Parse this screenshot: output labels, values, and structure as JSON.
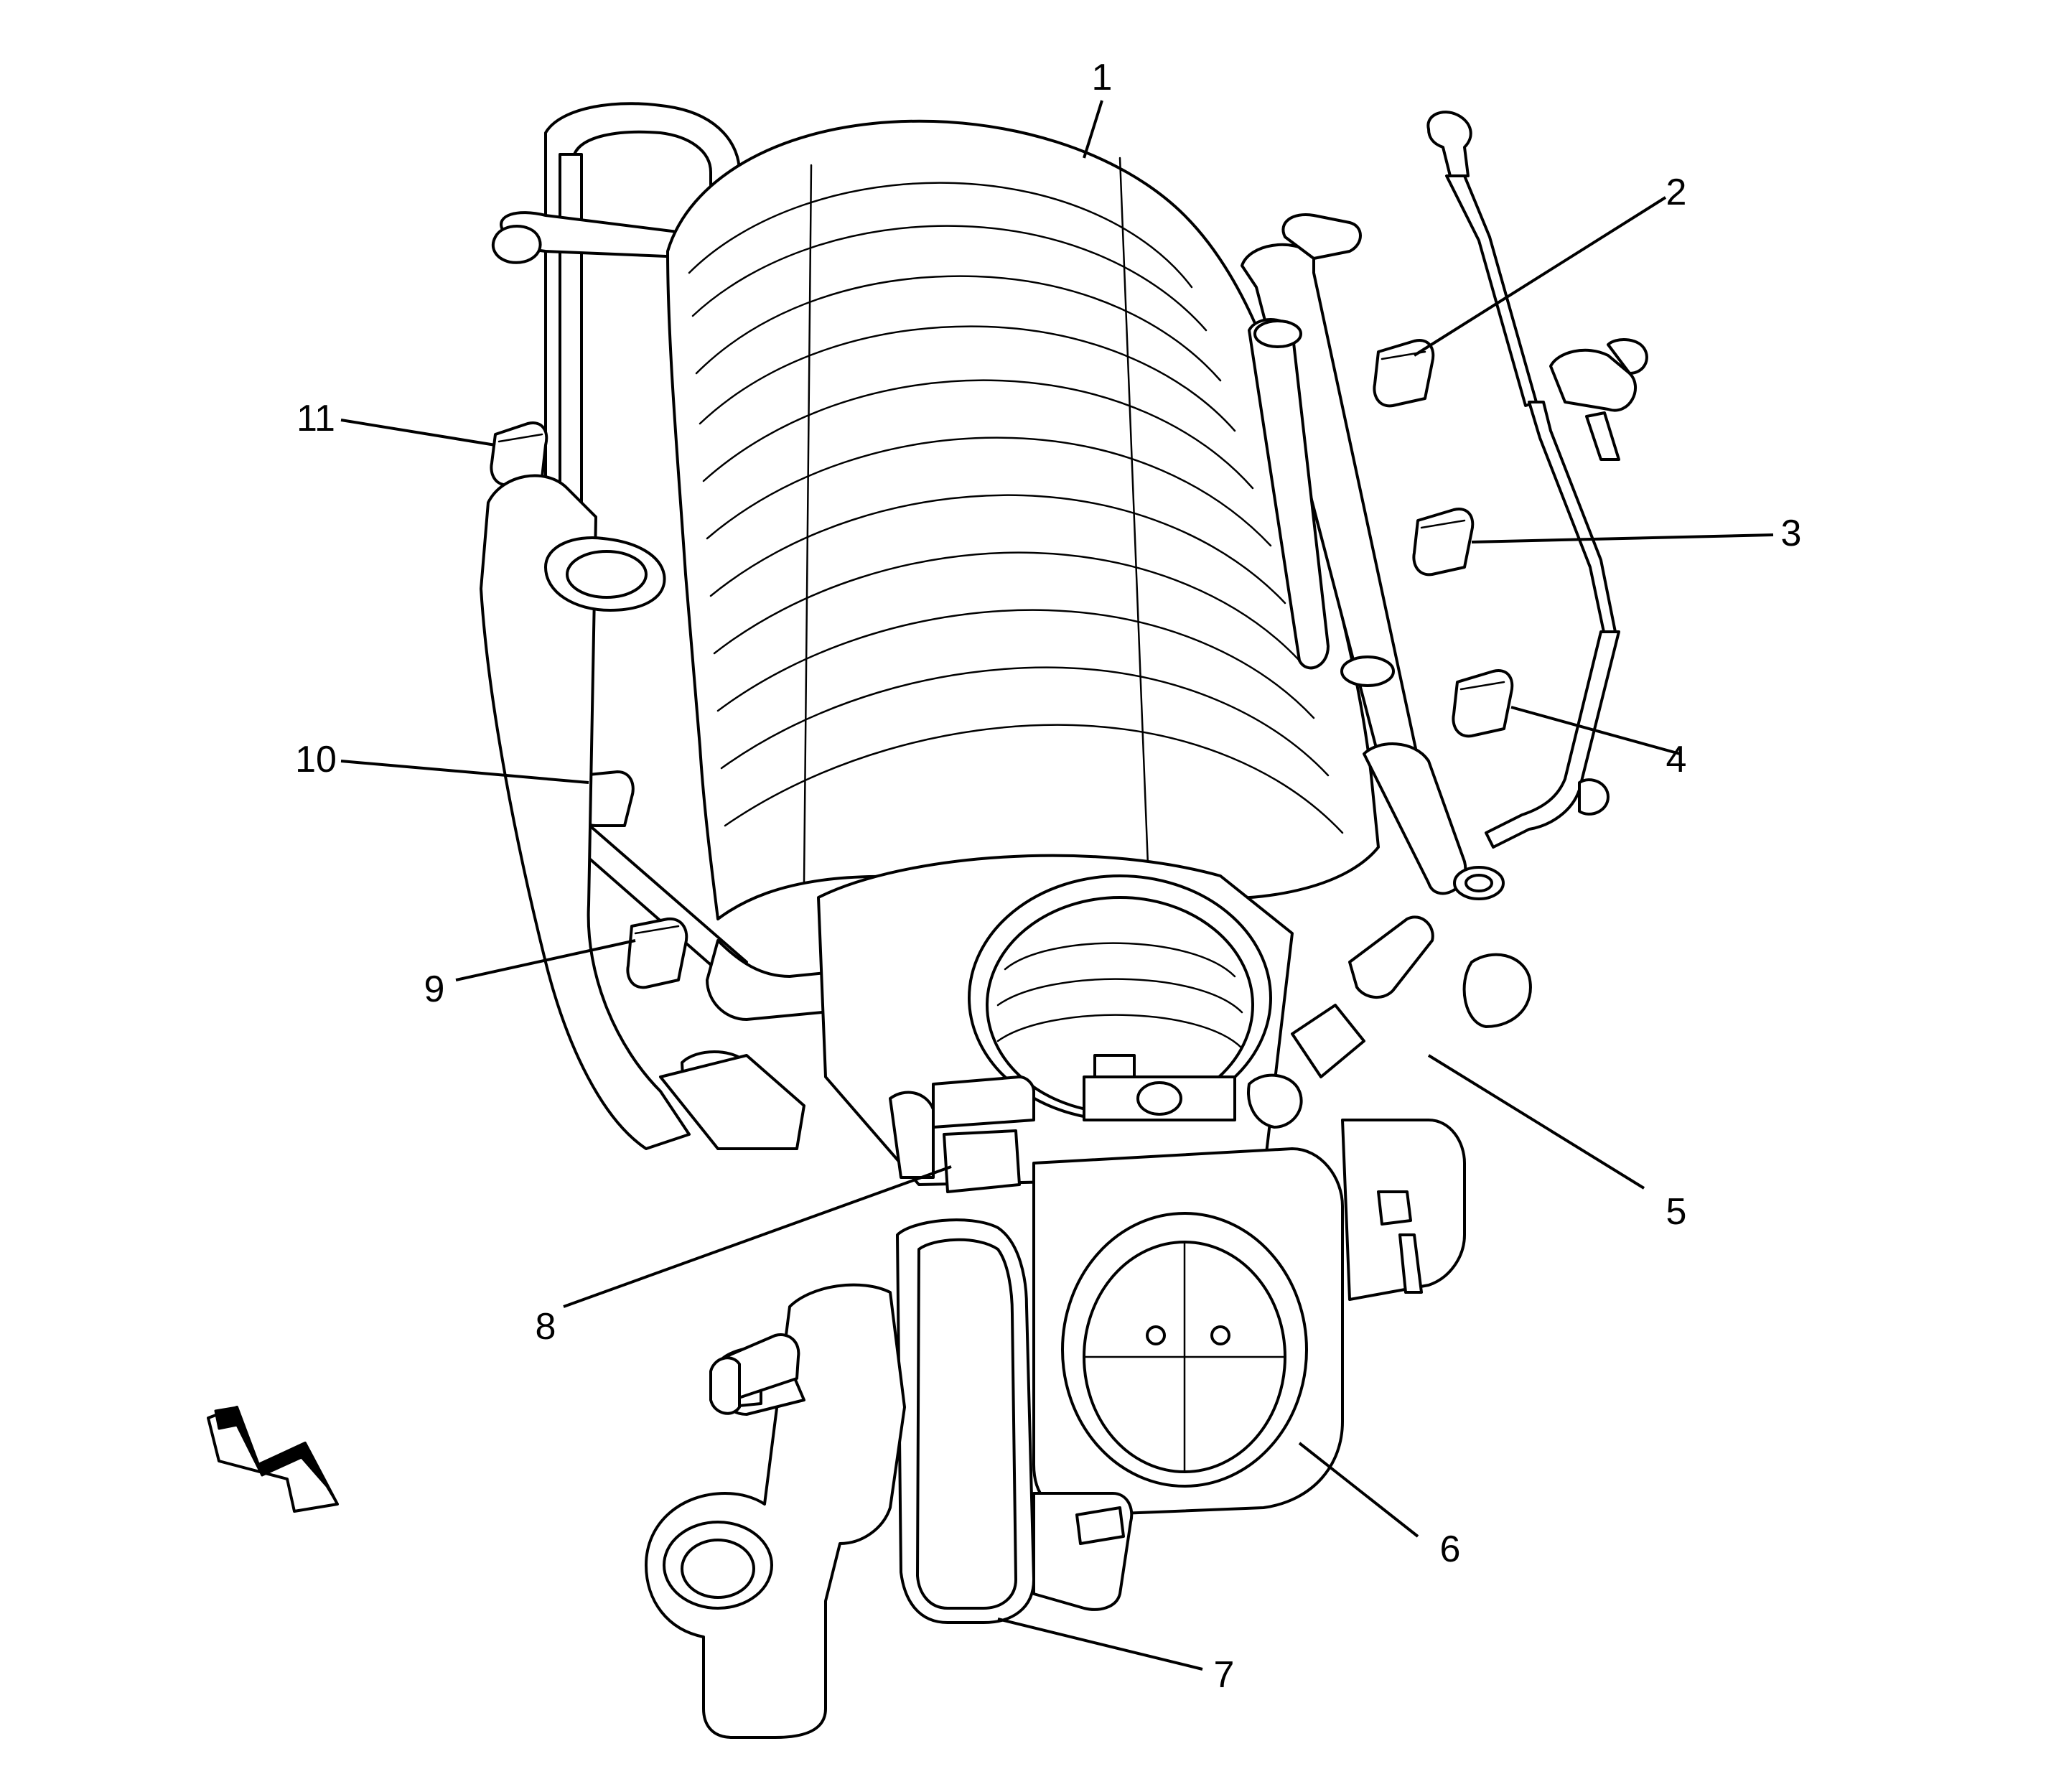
{
  "figure": {
    "callouts": [
      {
        "id": "1",
        "text": "1"
      },
      {
        "id": "2",
        "text": "2"
      },
      {
        "id": "3",
        "text": "3"
      },
      {
        "id": "4",
        "text": "4"
      },
      {
        "id": "5",
        "text": "5"
      },
      {
        "id": "6",
        "text": "6"
      },
      {
        "id": "7",
        "text": "7"
      },
      {
        "id": "8",
        "text": "8"
      },
      {
        "id": "9",
        "text": "9"
      },
      {
        "id": "10",
        "text": "10"
      },
      {
        "id": "11",
        "text": "11"
      }
    ],
    "direction_arrow": {
      "icon": "direction-arrow-icon"
    },
    "colors": {
      "line": "#000000",
      "background": "#ffffff"
    }
  }
}
